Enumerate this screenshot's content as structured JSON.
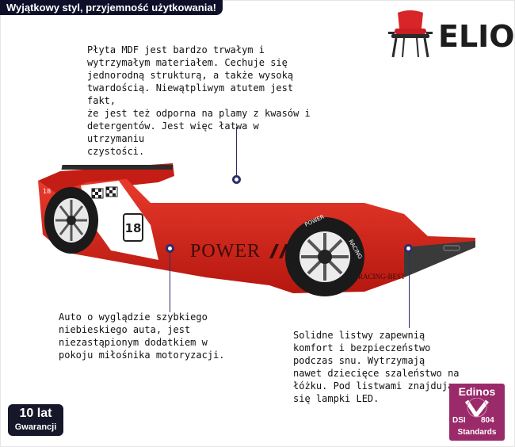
{
  "banner": {
    "text": "Wyjątkowy styl, przyjemność użytkowania!"
  },
  "brand": {
    "name": "ELIOR"
  },
  "callouts": {
    "top": "Płyta MDF jest bardzo trwałym i\nwytrzymałym materiałem. Cechuje się\njednorodną strukturą, a także wysoką\ntwardością.  Niewątpliwym atutem jest fakt,\nże jest też odporna na plamy z kwasów i\ndetergentów. Jest więc łatwa w utrzymaniu\nczystości.",
    "left": "Auto o wyglądzie szybkiego\nniebieskiego auta, jest\nniezastąpionym dodatkiem w\npokoju miłośnika motoryzacji.",
    "right": "Solidne listwy zapewnią\nkomfort i bezpieczeństwo\npodczas snu. Wytrzymają\nnawet dziecięce szaleństwo na\nłóżku. Pod listwami znajdują\nsię lampki LED."
  },
  "car": {
    "side_text": "POWER",
    "number": "18",
    "small_number": "18",
    "sub_brand": "RACING-BEST",
    "wheel_text_top": "POWER",
    "wheel_text_side": "RACING",
    "body_color": "#d42418",
    "accent_color": "#ffffff",
    "dark_color": "#3a3a3a"
  },
  "warranty": {
    "years": "10 lat",
    "label": "Gwarancji"
  },
  "badge": {
    "name": "Edinos",
    "dsi": "DSI",
    "code": "804",
    "standards": "Standards",
    "color": "#9a2a6a"
  },
  "colors": {
    "banner": "#0f0f2a",
    "pointer": "#2d2d6b"
  }
}
